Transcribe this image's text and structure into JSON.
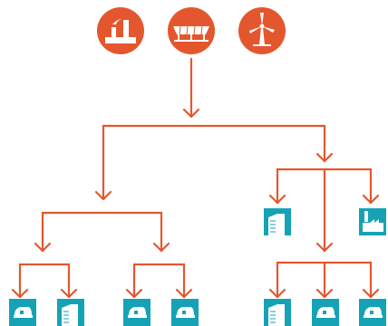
{
  "colors": {
    "accent": "#e4572e",
    "consumer": "#16a2b5",
    "icon_fill": "#ffffff",
    "background": "#ffffff"
  },
  "sources": [
    {
      "name": "power-plant",
      "icon": "factory-icon"
    },
    {
      "name": "solar-farm",
      "icon": "solar-panel-icon"
    },
    {
      "name": "wind-turbine",
      "icon": "wind-turbine-icon"
    }
  ],
  "consumers": [
    {
      "group": "left-left",
      "icon": "house-icon"
    },
    {
      "group": "left-left",
      "icon": "building-icon"
    },
    {
      "group": "left-right",
      "icon": "house-icon"
    },
    {
      "group": "left-right",
      "icon": "house-icon"
    },
    {
      "group": "right",
      "icon": "building-icon"
    },
    {
      "group": "right",
      "icon": "factory-icon"
    },
    {
      "group": "right-bottom",
      "icon": "building-icon"
    },
    {
      "group": "right-bottom",
      "icon": "house-icon"
    },
    {
      "group": "right-bottom",
      "icon": "house-icon"
    }
  ]
}
